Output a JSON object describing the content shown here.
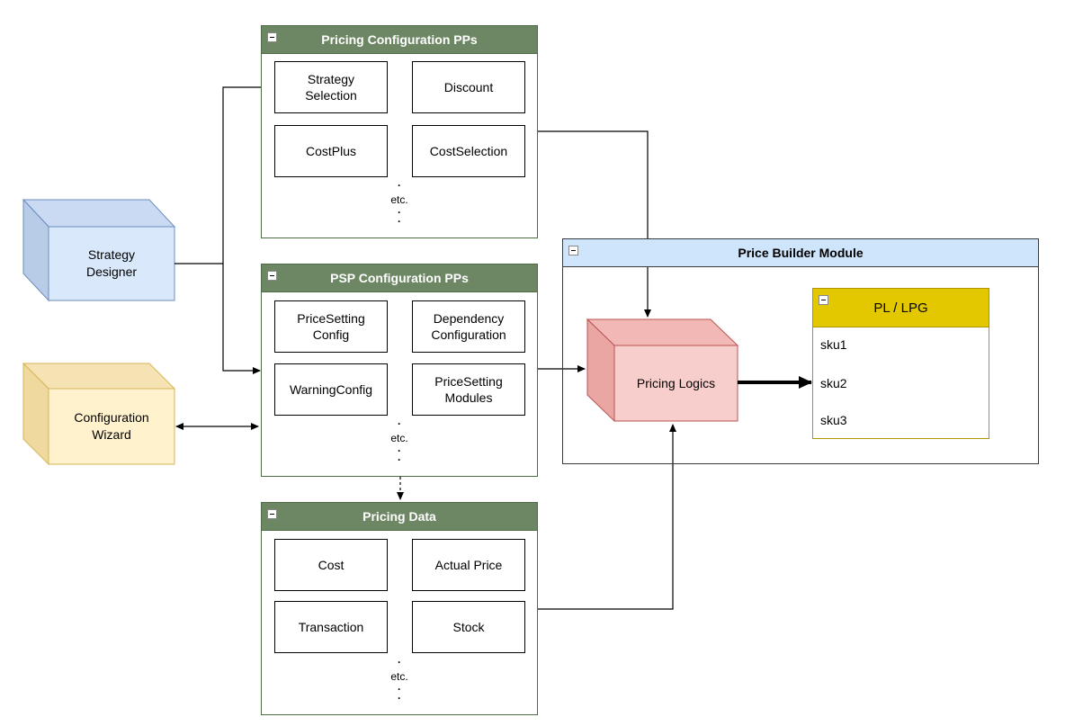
{
  "pricing_config": {
    "title": "Pricing Configuration PPs",
    "items": [
      "Strategy\nSelection",
      "Discount",
      "CostPlus",
      "CostSelection"
    ],
    "etc": "etc."
  },
  "psp_config": {
    "title": "PSP Configuration PPs",
    "items": [
      "PriceSetting\nConfig",
      "Dependency\nConfiguration",
      "WarningConfig",
      "PriceSetting\nModules"
    ],
    "etc": "etc."
  },
  "pricing_data": {
    "title": "Pricing Data",
    "items": [
      "Cost",
      "Actual Price",
      "Transaction",
      "Stock"
    ],
    "etc": "etc."
  },
  "price_builder": {
    "title": "Price Builder Module",
    "logic_label": "Pricing Logics",
    "pl_title": "PL / LPG",
    "skus": [
      "sku1",
      "sku2",
      "sku3"
    ]
  },
  "actors": {
    "strategy_designer": "Strategy\nDesigner",
    "configuration_wizard": "Configuration\nWizard"
  },
  "colors": {
    "green_header": "#6d8764",
    "blue_header": "#cfe5fb",
    "gold_header": "#e3c800",
    "cube_blue": "#dae8fc",
    "cube_yellow": "#fff2cc",
    "cube_red": "#f8cecc"
  },
  "icons": [
    "collapse-icon"
  ]
}
